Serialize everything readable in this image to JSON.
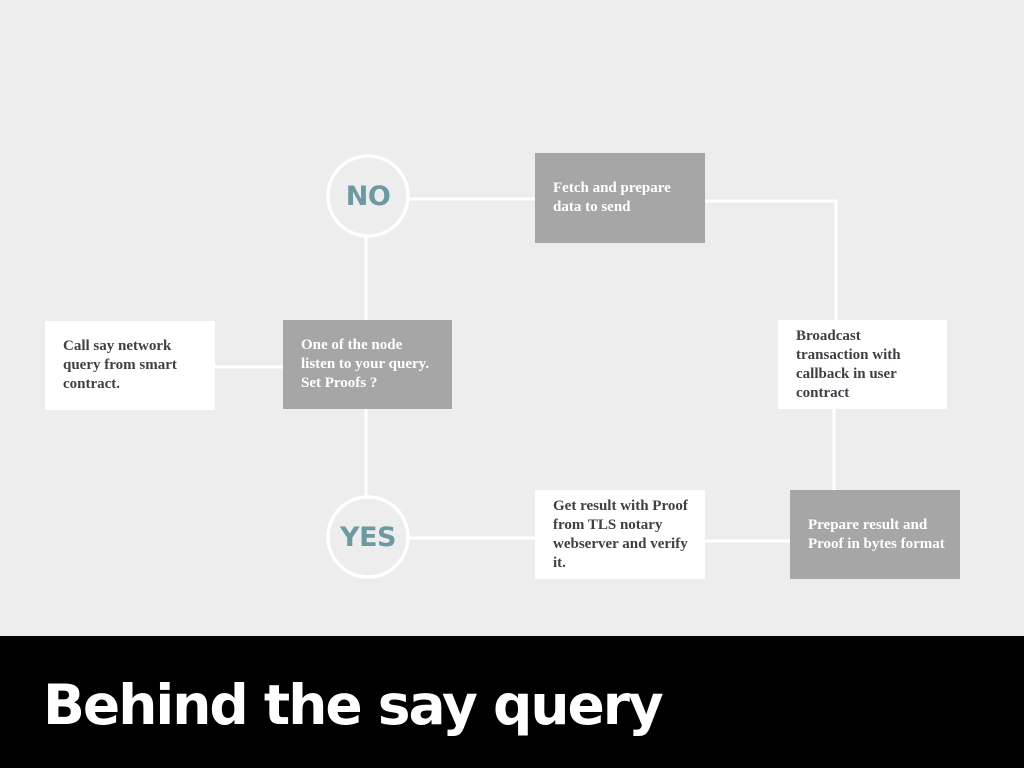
{
  "theme": {
    "accent": "#6d9aa1",
    "background": "#ededed",
    "grey_box": "#a6a6a6",
    "white_box": "#ffffff",
    "footer": "#000000"
  },
  "nodes": {
    "no_label": "NO",
    "yes_label": "YES",
    "call_query": "Call say network query from smart contract.",
    "node_listen": "One of the node listen to your query. Set Proofs ?",
    "fetch_data": "Fetch and prepare data to send",
    "broadcast": "Broadcast transaction with callback in user contract",
    "get_result": "Get result with Proof from TLS notary webserver and verify it.",
    "prepare_result": "Prepare result and Proof in bytes format"
  },
  "footer": {
    "title": "Behind the say query"
  }
}
